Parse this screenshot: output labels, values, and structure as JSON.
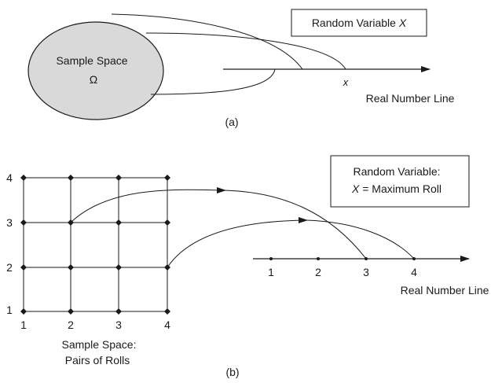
{
  "panel_a": {
    "sample_space_label": "Sample Space",
    "omega_symbol": "Ω",
    "random_variable_prefix": "Random Variable ",
    "random_variable_symbol": "X",
    "x_label": "x",
    "line_label": "Real Number Line",
    "caption": "(a)"
  },
  "panel_b": {
    "grid_y_labels": [
      "4",
      "3",
      "2",
      "1"
    ],
    "grid_x_labels": [
      "1",
      "2",
      "3",
      "4"
    ],
    "sample_space_line1": "Sample Space:",
    "sample_space_line2": "Pairs of Rolls",
    "box_line1": "Random Variable:",
    "box_line2_symbol": "X",
    "box_line2_rest": " = Maximum Roll",
    "number_line_ticks": [
      "1",
      "2",
      "3",
      "4"
    ],
    "line_label": "Real Number Line",
    "caption": "(b)"
  },
  "colors": {
    "ellipse_fill": "#d9d9d9",
    "stroke": "#1a1a1a"
  }
}
